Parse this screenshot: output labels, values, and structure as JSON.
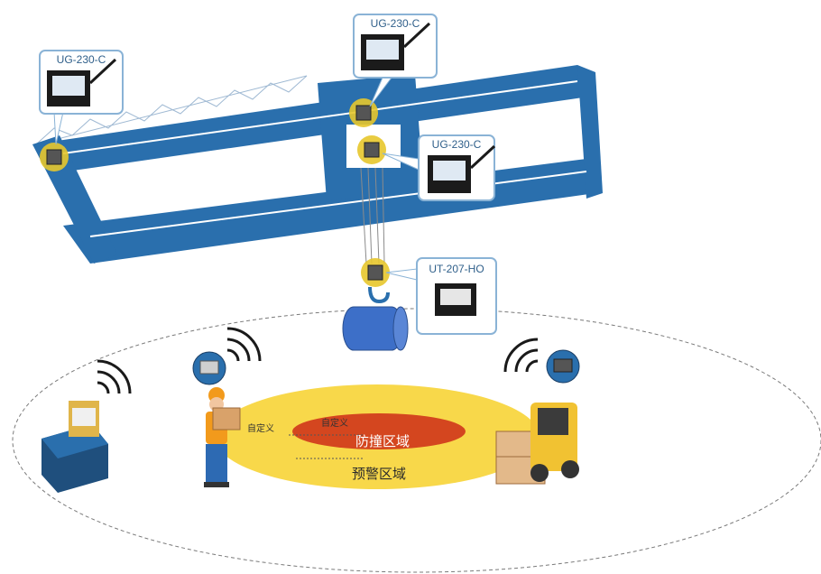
{
  "callouts": {
    "left_crane": "UG-230-C",
    "top_trolley": "UG-230-C",
    "right_trolley": "UG-230-C",
    "hook": "UT-207-HO"
  },
  "zones": {
    "collision_zone": "防撞区域",
    "warning_zone": "预警区域",
    "custom_left": "自定义",
    "custom_inner": "自定义"
  },
  "colors": {
    "crane_blue": "#2a6fad",
    "warning_yellow": "#f8d84a",
    "collision_red": "#d4461f",
    "device_ring": "#e7c62c",
    "callout_border": "#8ab3d6"
  }
}
